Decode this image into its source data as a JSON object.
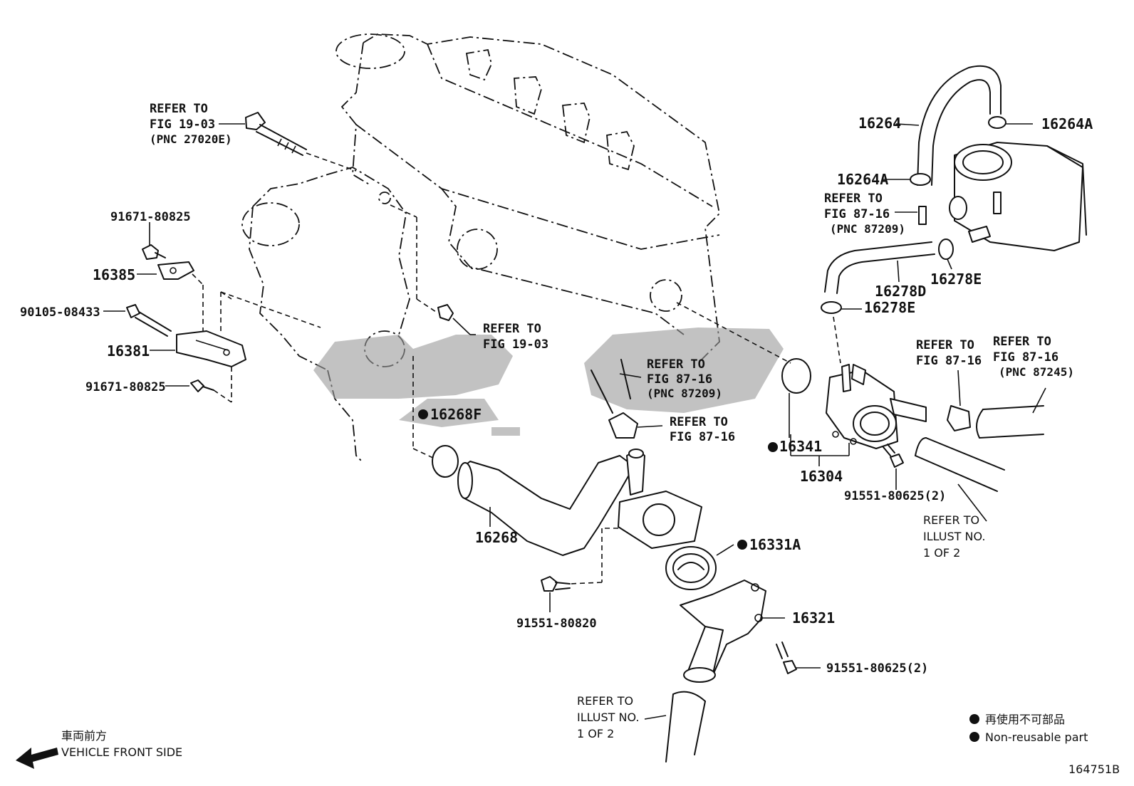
{
  "labels": {
    "refer_19_03_top": [
      "REFER TO",
      "FIG 19-03",
      "(PNC 27020E)"
    ],
    "pn_91671_top": "91671-80825",
    "pn_16385": "16385",
    "pn_90105": "90105-08433",
    "pn_16381": "16381",
    "pn_91671_bottom": "91671-80825",
    "refer_19_03_mid": [
      "REFER TO",
      "FIG 19-03"
    ],
    "refer_87_16_mid": [
      "REFER TO",
      "FIG 87-16",
      "(PNC 87209)"
    ],
    "refer_87_16_clamp": [
      "REFER TO",
      "FIG 87-16"
    ],
    "pn_16268F": "16268F",
    "pn_16268": "16268",
    "pn_91551_80820": "91551-80820",
    "pn_16331A": "16331A",
    "pn_16321": "16321",
    "pn_91551_80625_bottom": "91551-80625(2)",
    "refer_illust_bottom": [
      "REFER TO",
      "ILLUST NO.",
      "1 OF 2"
    ],
    "pn_16264": "16264",
    "pn_16264A_right": "16264A",
    "pn_16264A_left": "16264A",
    "refer_87_16_upper": [
      "REFER TO",
      "FIG 87-16",
      "(PNC 87209)"
    ],
    "pn_16278D": "16278D",
    "pn_16278E_right": "16278E",
    "pn_16278E_left": "16278E",
    "refer_87_16_a": [
      "REFER TO",
      "FIG 87-16"
    ],
    "refer_87_16_b": [
      "REFER TO",
      "FIG 87-16",
      "(PNC 87245)"
    ],
    "pn_16341": "16341",
    "pn_16304": "16304",
    "pn_91551_80625_right": "91551-80625(2)",
    "refer_illust_right": [
      "REFER TO",
      "ILLUST NO.",
      "1 OF 2"
    ]
  },
  "legend": {
    "jp": "再使用不可部品",
    "en": "Non-reusable part"
  },
  "front": {
    "jp": "車両前方",
    "en": "VEHICLE FRONT SIDE"
  },
  "figure_id": "164751B",
  "colors": {
    "line": "#111111",
    "watermark": "#9a9a9a",
    "background": "#ffffff"
  },
  "icons": {
    "non_reusable": "filled-circle-icon",
    "front_arrow": "arrow-left-icon"
  }
}
